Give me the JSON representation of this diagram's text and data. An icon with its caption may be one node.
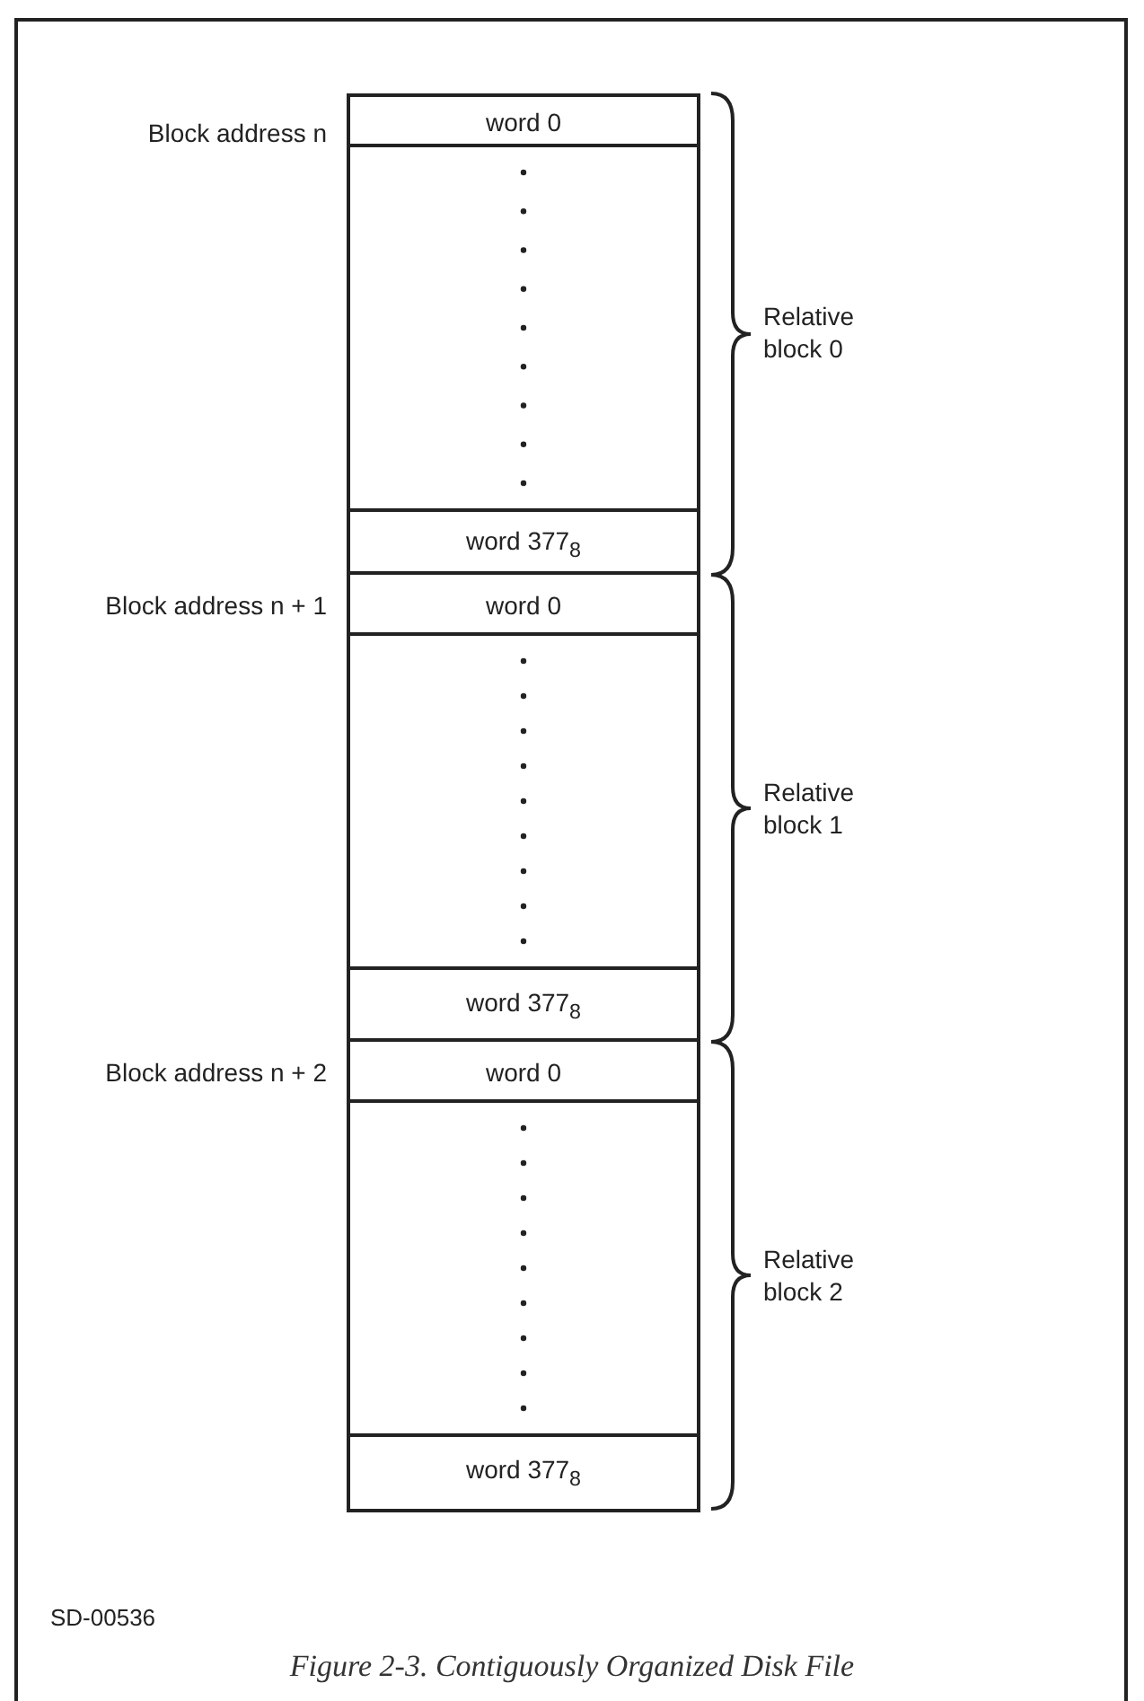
{
  "diagram": {
    "caption": "Figure 2-3. Contiguously Organized Disk File",
    "nodes": [
      {
        "text": [
          "word 0"
        ]
      },
      {
        "text": [],
        "shape": "box"
      },
      {
        "text": [
          "word 377$_{8}$"
        ]
      },
      {
        "text": [
          "word 0"
        ]
      },
      {
        "text": [],
        "shape": "box"
      },
      {
        "text": [
          "word 377$_{8}$"
        ]
      },
      {
        "text": [
          "word 0"
        ]
      },
      {
        "text": [],
        "shape": "box"
      },
      {
        "text": [
          "word 377$_{8}$"
        ]
      }
    ],
    "labels": [
      "Block address n",
      "Relative block 0",
      "Block address n + 1",
      "Relative block 1",
      "Block address n + 2",
      "Relative block 2",
      "SD-00536"
    ]
  }
}
